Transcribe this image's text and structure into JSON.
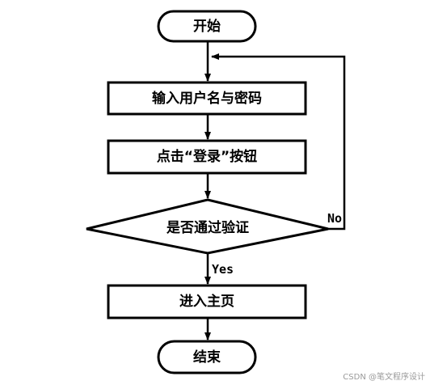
{
  "nodes": {
    "start": {
      "label": "开始",
      "shape": "terminal"
    },
    "input_credentials": {
      "label": "输入用户名与密码",
      "shape": "process"
    },
    "click_login": {
      "label": "点击“登录”按钮",
      "shape": "process"
    },
    "verify": {
      "label": "是否通过验证",
      "shape": "decision"
    },
    "enter_home": {
      "label": "进入主页",
      "shape": "process"
    },
    "end": {
      "label": "结束",
      "shape": "terminal"
    }
  },
  "edges": {
    "yes_label": "Yes",
    "no_label": "No"
  },
  "watermark": "CSDN @笔文程序设计",
  "colors": {
    "stroke": "#000000",
    "fill": "#ffffff",
    "text": "#000000",
    "watermark": "#9a9a9a"
  }
}
